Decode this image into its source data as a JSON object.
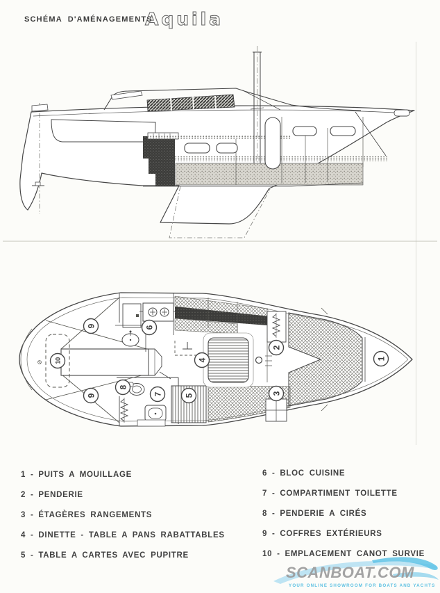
{
  "header": {
    "title": "SCHÉMA D'AMÉNAGEMENTS",
    "brand": "Aquila"
  },
  "legend": {
    "left": [
      {
        "display": "1 - PUITS A MOUILLAGE"
      },
      {
        "display": "2 - PENDERIE"
      },
      {
        "display": "3 - ÉTAGÈRES RANGEMENTS"
      },
      {
        "display": "4 - DINETTE - TABLE A PANS RABATTABLES"
      },
      {
        "display": "5 - TABLE A CARTES AVEC PUPITRE"
      }
    ],
    "right": [
      {
        "display": "6 - BLOC CUISINE"
      },
      {
        "display": "7 - COMPARTIMENT TOILETTE"
      },
      {
        "display": "8 - PENDERIE A CIRÉS"
      },
      {
        "display": "9 - COFFRES EXTÉRIEURS"
      },
      {
        "display": "10 - EMPLACEMENT CANOT SURVIE"
      }
    ]
  },
  "plan": {
    "callouts": {
      "c1": "1",
      "c2": "2",
      "c3": "3",
      "c4": "4",
      "c5": "5",
      "c6": "6",
      "c7": "7",
      "c8": "8",
      "c9": "9",
      "c10": "10"
    }
  },
  "watermark": {
    "brand": "SCANBOAT.COM",
    "tagline": "YOUR ONLINE SHOWROOM FOR BOATS AND YACHTS"
  },
  "colors": {
    "ink": "#3f3f3f",
    "paper": "#fcfcf9",
    "accent_blue": "#54c0e4"
  }
}
